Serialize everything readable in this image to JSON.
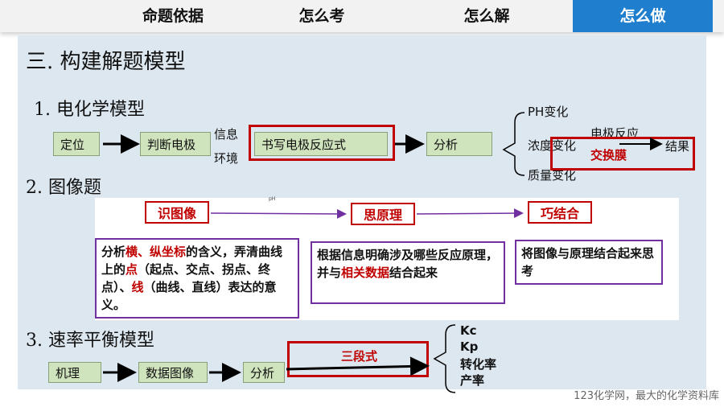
{
  "nav": {
    "tabs": [
      "命题依据",
      "怎么考",
      "怎么解",
      "怎么做"
    ],
    "active_index": 3
  },
  "heading": "三. 构建解题模型",
  "model1": {
    "title": "1. 电化学模型",
    "steps": [
      "定位",
      "判断电极",
      "书写电极反应式",
      "分析"
    ],
    "side_labels": [
      "信息",
      "环境"
    ],
    "branches": [
      "PH变化",
      "浓度变化",
      "质量变化"
    ],
    "electrode_reaction": "电极反应",
    "membrane": "交换膜",
    "result": "结果"
  },
  "model2": {
    "title": "2. 图像题",
    "tiny_mark": "pH",
    "steps": [
      "识图像",
      "思原理",
      "巧结合"
    ],
    "desc1": {
      "parts": [
        "分析",
        "横、纵坐标",
        "的含义，弄清曲线上的",
        "点",
        "（起点、交点、拐点、终点）、",
        "线",
        "（曲线、直线）表达的意义。"
      ]
    },
    "desc2": {
      "parts": [
        "根据信息明确涉及哪些反应原理，并与",
        "相关数据",
        "结合起来"
      ]
    },
    "desc3": "将图像与原理结合起来思考"
  },
  "model3": {
    "title": "3. 速率平衡模型",
    "steps": [
      "机理",
      "数据图像",
      "分析"
    ],
    "key": "三段式",
    "outputs": [
      "Kc",
      "Kp",
      "转化率",
      "产率"
    ]
  },
  "footer": "123化学网，最大的化学资料库",
  "colors": {
    "accent": "#1f7fce",
    "red": "#c00000",
    "purple": "#7030a0",
    "green_box": "#cfe3bd",
    "panel": "#dde7f0"
  }
}
